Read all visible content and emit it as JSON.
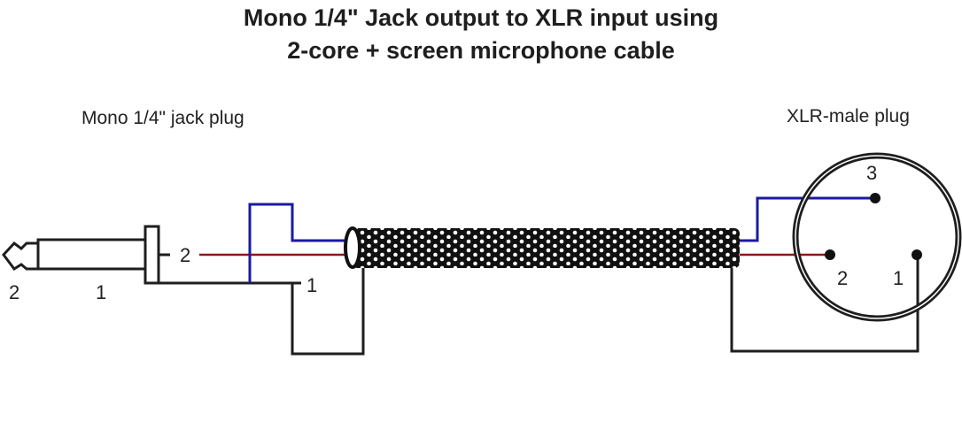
{
  "title": {
    "line1": "Mono 1/4\" Jack output to XLR input using",
    "line2": "2-core + screen microphone cable"
  },
  "jack_plug": {
    "label": "Mono 1/4\" jack plug",
    "tip_label": "2",
    "sleeve_label": "1",
    "terminal_hot_label": "2",
    "terminal_ground_label": "1"
  },
  "xlr_plug": {
    "label": "XLR-male plug",
    "pins": [
      {
        "id": "pin-3",
        "label": "3",
        "wire": "blue"
      },
      {
        "id": "pin-2",
        "label": "2",
        "wire": "red"
      },
      {
        "id": "pin-1",
        "label": "1",
        "wire": "screen"
      }
    ]
  },
  "colors": {
    "hot_wire": "#8b1a1a",
    "cold_wire": "#1a1aa0",
    "screen_wire": "#1e1e1e"
  }
}
